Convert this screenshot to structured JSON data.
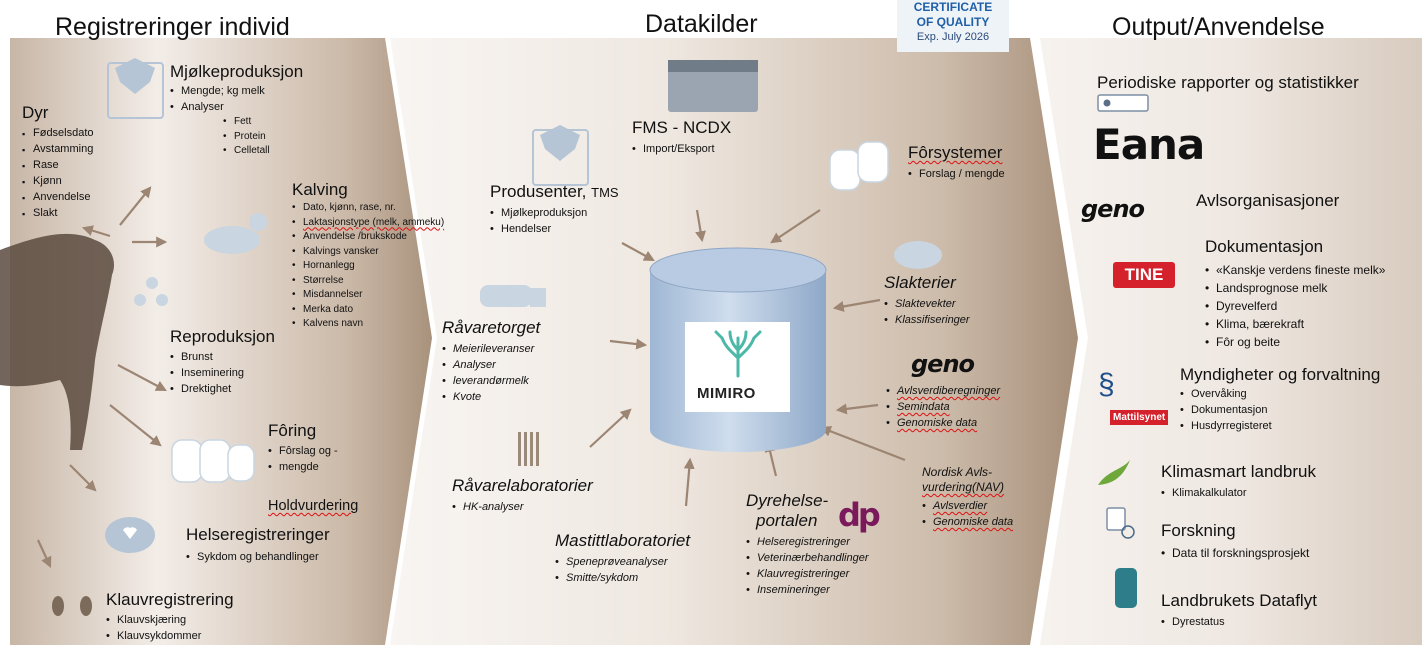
{
  "headers": {
    "left": "Registreringer individ",
    "middle": "Datakilder",
    "right": "Output/Anvendelse"
  },
  "certificate": {
    "line1": "CERTIFICATE",
    "line2": "OF QUALITY",
    "line3": "Exp. July 2026"
  },
  "left": {
    "dyr": {
      "title": "Dyr",
      "items": [
        "Fødselsdato",
        "Avstamming",
        "Rase",
        "Kjønn",
        "Anvendelse",
        "Slakt"
      ]
    },
    "mjolk": {
      "title": "Mjølkeproduksjon",
      "items": [
        "Mengde; kg melk",
        "Analyser"
      ],
      "subitems": [
        "Fett",
        "Protein",
        "Celletall"
      ]
    },
    "kalving": {
      "title": "Kalving",
      "items": [
        "Dato, kjønn, rase, nr.",
        "Laktasjonstype (melk, ammeku)",
        "Anvendelse /brukskode",
        "Kalvings vansker",
        "Hornanlegg",
        "Størrelse",
        "Misdannelser",
        "Merka dato",
        "Kalvens navn"
      ]
    },
    "repro": {
      "title": "Reproduksjon",
      "items": [
        "Brunst",
        "Inseminering",
        "Drektighet"
      ]
    },
    "foring": {
      "title": "Fôring",
      "items": [
        "Fôrslag og -",
        "mengde"
      ]
    },
    "hold": {
      "title": "Holdvurdering"
    },
    "helse": {
      "title": "Helseregistreringer",
      "items": [
        "Sykdom og behandlinger"
      ]
    },
    "klauv": {
      "title": "Klauvregistrering",
      "items": [
        "Klauvskjæring",
        "Klauvsykdommer"
      ]
    }
  },
  "middle": {
    "fms": {
      "title": "FMS - NCDX",
      "items": [
        "Import/Eksport"
      ]
    },
    "produsenter": {
      "title": "Produsenter,",
      "suffix": "TMS",
      "items": [
        "Mjølkeproduksjon",
        "Hendelser"
      ]
    },
    "forsystemer": {
      "title": "Fôrsystemer",
      "items": [
        "Forslag / mengde"
      ]
    },
    "ravaretorget": {
      "title": "Råvaretorget",
      "items": [
        "Meierileveranser",
        "Analyser",
        "leverandørmelk",
        "Kvote"
      ]
    },
    "slakterier": {
      "title": "Slakterier",
      "items": [
        "Slaktevekter",
        "Klassifiseringer"
      ]
    },
    "geno": {
      "logo": "geno",
      "items": [
        "Avlsverdiberegninger",
        "Semindata",
        "Genomiske data"
      ]
    },
    "ravarelab": {
      "title": "Råvarelaboratorier",
      "items": [
        "HK-analyser"
      ]
    },
    "mastitt": {
      "title": "Mastittlaboratoriet",
      "items": [
        "Speneprøveanalyser",
        "Smitte/sykdom"
      ]
    },
    "dyrehelse": {
      "title1": "Dyrehelse-",
      "title2": "portalen",
      "logo": "dp",
      "items": [
        "Helseregistreringer",
        "Veterinærbehandlinger",
        "Klauvregistreringer",
        "Insemineringer"
      ]
    },
    "nav": {
      "title1": "Nordisk Avls-",
      "title2": "vurdering(NAV)",
      "items": [
        "Avlsverdier",
        "Genomiske data"
      ]
    },
    "center": {
      "label": "MIMIRO"
    }
  },
  "right": {
    "periodiske": {
      "title": "Periodiske rapporter og statistikker"
    },
    "eana": {
      "logo": "Eana"
    },
    "geno": {
      "logo": "geno",
      "title": "Avlsorganisasjoner"
    },
    "tine": {
      "logo": "TINE",
      "title": "Dokumentasjon",
      "items": [
        "«Kanskje verdens fineste melk»",
        "Landsprognose melk",
        "Dyrevelferd",
        "Klima, bærekraft",
        "Fôr og beite"
      ]
    },
    "myndigheter": {
      "logo": "Mattilsynet",
      "title": "Myndigheter og forvaltning",
      "items": [
        "Overvåking",
        "Dokumentasjon",
        "Husdyrregisteret"
      ]
    },
    "klima": {
      "title": "Klimasmart landbruk",
      "items": [
        "Klimakalkulator"
      ]
    },
    "forskning": {
      "title": "Forskning",
      "items": [
        "Data til forskningsprosjekt"
      ]
    },
    "dataflyt": {
      "title": "Landbrukets Dataflyt",
      "items": [
        "Dyrestatus"
      ]
    }
  },
  "colors": {
    "band_light": "#f7f3ef",
    "band_dark": "#ac9680",
    "cylinder": "#bcd0e8",
    "arrow": "#a08a76"
  }
}
